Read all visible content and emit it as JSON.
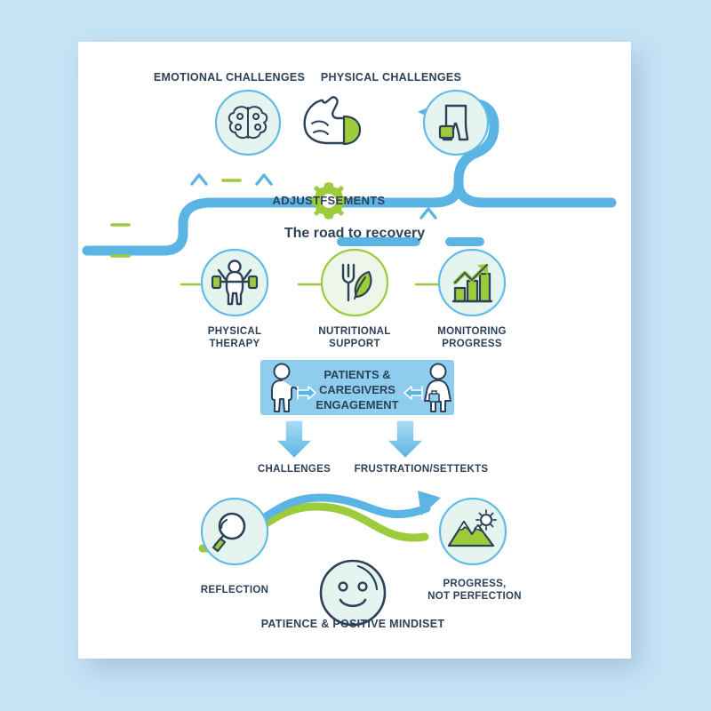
{
  "palette": {
    "background": "#c6e3f6",
    "card": "#ffffff",
    "road_blue": "#5bb5e4",
    "accent_green": "#9ccb3b",
    "text_navy": "#2d4159",
    "icon_fill_mint": "#e6f4f0",
    "box_blue": "#8ecdee"
  },
  "top_section": {
    "emotional_label": "EMOTIONAL CHALLENGES",
    "physical_label": "PHYSICAL CHALLENGES",
    "brain_icon": "brain-icon",
    "muscle_icon": "flexed-bicep-icon",
    "leg_icon": "injured-leg-icon",
    "road_icon": "winding-road-path"
  },
  "adjustments": {
    "label": "ADJUSTFSEMENTS",
    "gear_icon": "gear-icon",
    "subtitle": "The road to recovery"
  },
  "recovery_steps": [
    {
      "label": "PHYSICAL\nTHERAPY",
      "icon": "weightlifter-icon",
      "ring": "blue"
    },
    {
      "label": "NUTRITIONAL\nSUPPORT",
      "icon": "fork-leaf-icon",
      "ring": "green"
    },
    {
      "label": "MONITORING\nPROGRESS",
      "icon": "bar-chart-growth-icon",
      "ring": "blue"
    }
  ],
  "engagement": {
    "title_line1": "PATIENTS &",
    "title_line2": "CAREGIVERS",
    "title_line3": "ENGAGEMENT",
    "patient_icon": "patient-figure-icon",
    "caregiver_icon": "caregiver-figure-icon",
    "arrow_left_icon": "arrow-right-icon",
    "arrow_right_icon": "arrow-left-icon"
  },
  "outcomes": [
    {
      "label": "CHALLENGES",
      "icon": "down-arrow-icon"
    },
    {
      "label": "FRUSTRATION/SETTEKTS",
      "icon": "down-arrow-icon"
    }
  ],
  "bottom_section": {
    "reflection_label": "REFLECTION",
    "reflection_icon": "magnifying-glass-icon",
    "progress_label": "PROGRESS,\nNOT PERFECTION",
    "progress_icon": "mountain-sun-icon",
    "smiley_icon": "smiley-face-icon",
    "caption": "PATIENCE & POSITIVE MINDISET",
    "blue_wave_icon": "blue-rising-arrow-icon",
    "green_wave_icon": "green-rising-line-icon"
  }
}
